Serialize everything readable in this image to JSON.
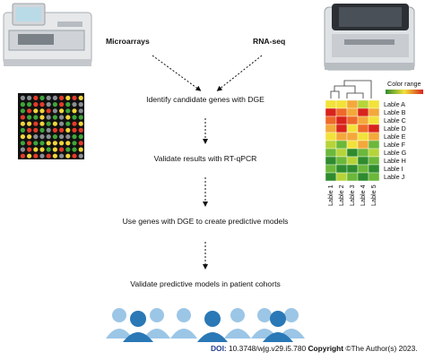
{
  "labels": {
    "source_left": "Microarrays",
    "source_right": "RNA-seq",
    "steps": [
      "Identify candidate genes with DGE",
      "Validate results with RT-qPCR",
      "Use genes with DGE to create predictive models",
      "Validate predictive models in patient cohorts"
    ]
  },
  "heatmap": {
    "legend_title": "Color range",
    "row_labels": [
      "Lable A",
      "Lable B",
      "Lable C",
      "Lable D",
      "Lable E",
      "Lable F",
      "Lable G",
      "Lable H",
      "Lable I",
      "Lable J"
    ],
    "col_labels": [
      "Lable 1",
      "Lable 2",
      "Lable 3",
      "Lable 4",
      "Lable 5"
    ]
  },
  "footer": {
    "doi_label": "DOI:",
    "doi_value": "10.3748/wjg.v29.i5.780",
    "copyright_label": "Copyright",
    "copyright_text": "©The Author(s) 2023."
  }
}
